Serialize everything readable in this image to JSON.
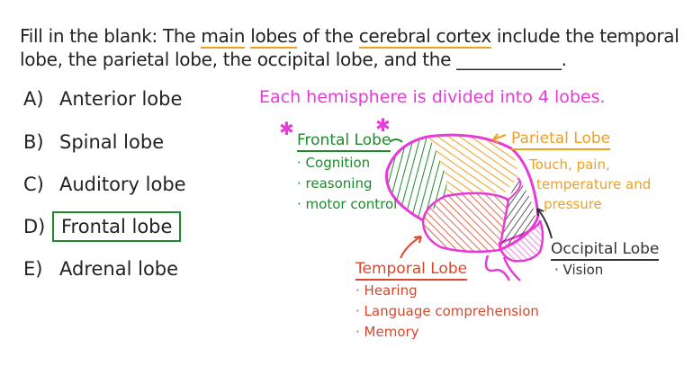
{
  "question": {
    "line1_pre": "Fill in the blank: The ",
    "main": "main",
    "mid1": " ",
    "lobes": "lobes",
    "mid2": " of the ",
    "cortex": "cerebral cortex",
    "line1_post": " include the temporal",
    "line2": "lobe, the parietal lobe, the occipital lobe, and the",
    "blank": "____________",
    "end": "."
  },
  "options": [
    {
      "letter": "A)",
      "text": "Anterior lobe"
    },
    {
      "letter": "B)",
      "text": "Spinal lobe"
    },
    {
      "letter": "C)",
      "text": "Auditory lobe"
    },
    {
      "letter": "D)",
      "text": "Frontal lobe",
      "selected": true
    },
    {
      "letter": "E)",
      "text": "Adrenal lobe"
    }
  ],
  "diagram": {
    "heading": "Each hemisphere is divided into 4 lobes.",
    "frontal": {
      "title": "Frontal Lobe",
      "items": [
        "Cognition",
        "reasoning",
        "motor control"
      ]
    },
    "parietal": {
      "title": "Parietal Lobe",
      "desc": [
        "Touch, pain,",
        "temperature and",
        "pressure"
      ]
    },
    "occipital": {
      "title": "Occipital Lobe",
      "items": [
        "Vision"
      ]
    },
    "temporal": {
      "title": "Temporal Lobe",
      "items": [
        "Hearing",
        "Language comprehension",
        "Memory"
      ]
    },
    "colors": {
      "pink": "#e83ad6",
      "green": "#1e8a2e",
      "orange": "#f0a020",
      "red": "#d9472b",
      "dark": "#333333"
    }
  }
}
